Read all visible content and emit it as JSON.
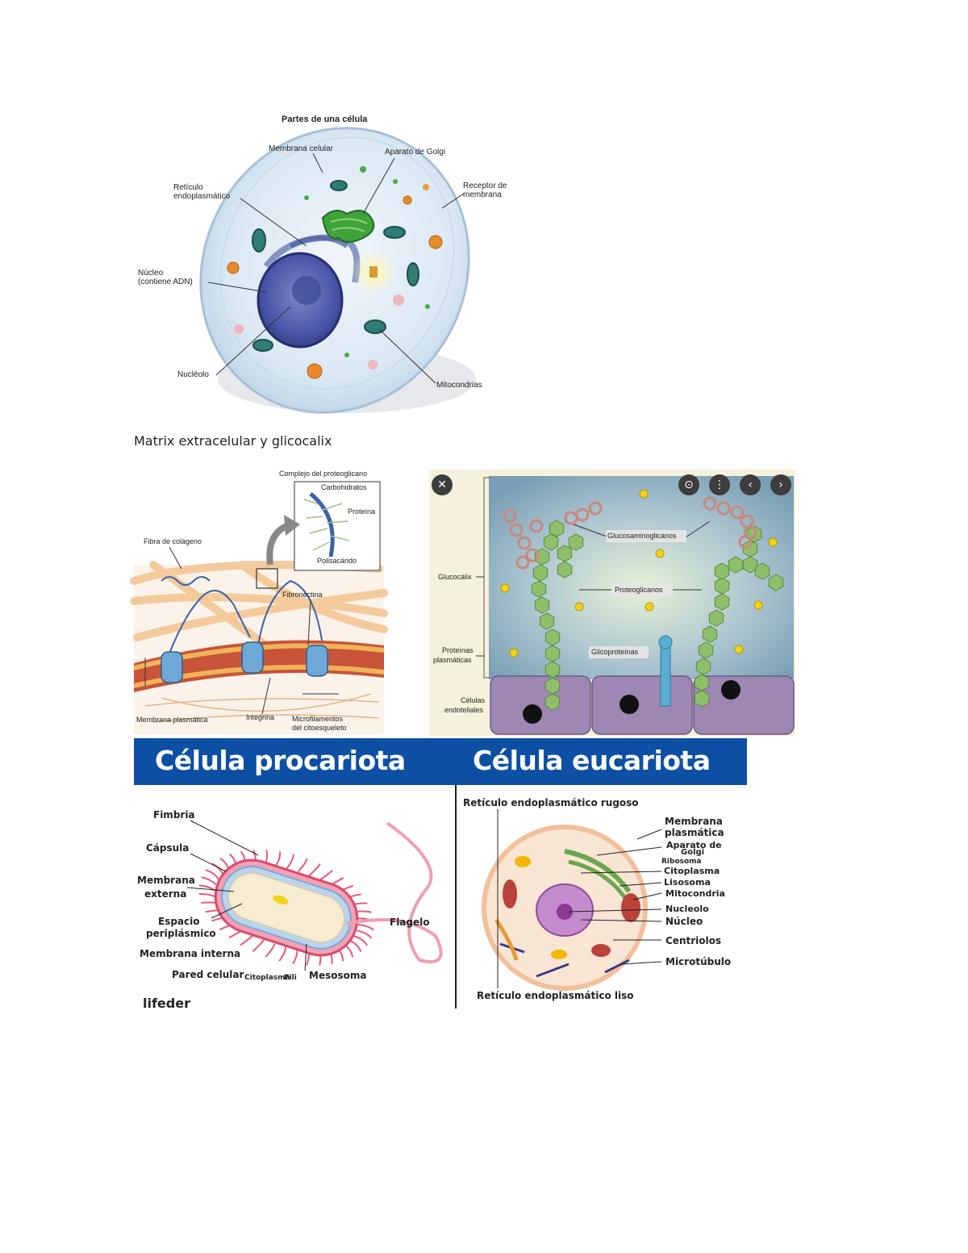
{
  "figure1": {
    "title": "Partes de una célula",
    "labels": {
      "membrana": "Membrana celular",
      "golgi": "Aparato de Golgi",
      "receptor_1": "Receptor de",
      "receptor_2": "membrana",
      "reticulo_1": "Retículo",
      "reticulo_2": "endoplasmático",
      "nucleo_1": "Núcleo",
      "nucleo_2": "(contiene ADN)",
      "nucleolo": "Nucléolo",
      "mitocondrias": "Mitocondrias"
    }
  },
  "heading": "Matrix extracelular y glicocalix",
  "figure2": {
    "labels": {
      "complejo": "Complejo del proteoglicano",
      "carbohidratos": "Carbohidratos",
      "proteina": "Proteína",
      "polisacarido": "Polisacárido",
      "fibra": "Fibra de colágeno",
      "fibronectina": "Fibronectina",
      "membrana": "Membrana plasmática",
      "integrina": "Integrina",
      "micro_1": "Microfilamentos",
      "micro_2": "del citoesqueleto"
    }
  },
  "figure3": {
    "labels": {
      "glucosaminoglicanos": "Glucosaminoglicanos",
      "glucocalix": "Glucocálix",
      "proteoglicanos": "Proteoglicanos",
      "proteinas_1": "Proteínas",
      "proteinas_2": "plasmáticas",
      "glicoproteinas": "Glicoproteínas",
      "celulas_1": "Células",
      "celulas_2": "endoteliales"
    },
    "controls": {
      "close": "✕",
      "lens": "⊙",
      "more": "⋮",
      "prev": "‹",
      "next": "›"
    }
  },
  "figure4": {
    "banner_left": "Célula procariota",
    "banner_right": "Célula eucariota",
    "procariota": {
      "fimbria": "Fimbria",
      "capsula": "Cápsula",
      "membrana_ext_1": "Membrana",
      "membrana_ext_2": "externa",
      "espacio_1": "Espacio",
      "espacio_2": "periplásmico",
      "membrana_int": "Membrana interna",
      "pared": "Pared celular",
      "citoplasma": "Citoplasma",
      "pili": "Pili",
      "mesosoma": "Mesosoma",
      "flagelo": "Flagelo",
      "watermark": "lifeder"
    },
    "eucariota": {
      "rer": "Retículo endoplasmático rugoso",
      "membrana_1": "Membrana",
      "membrana_2": "plasmática",
      "golgi_1": "Aparato de",
      "golgi_2": "Golgi",
      "ribosoma": "Ribosoma",
      "citoplasma": "Citoplasma",
      "lisosoma": "Lisosoma",
      "mitocondria": "Mitocondria",
      "nucleolo": "Nucleolo",
      "nucleo": "Núcleo",
      "centriolos": "Centriolos",
      "microtubulo": "Microtúbulo",
      "rel": "Retículo endoplasmático liso"
    }
  }
}
